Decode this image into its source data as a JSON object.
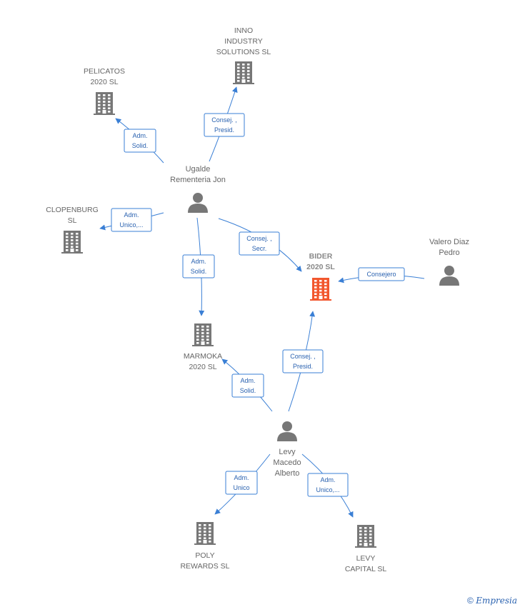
{
  "colors": {
    "edge": "#3a7fd5",
    "node": "#777777",
    "focus": "#f2572e"
  },
  "nodes": [
    {
      "id": "inno",
      "type": "company",
      "lines": [
        "INNO",
        "INDUSTRY",
        "SOLUTIONS  SL"
      ]
    },
    {
      "id": "pelicatos",
      "type": "company",
      "lines": [
        "PELICATOS",
        "2020  SL"
      ]
    },
    {
      "id": "ugalde",
      "type": "person",
      "lines": [
        "Ugalde",
        "Rementeria Jon"
      ]
    },
    {
      "id": "clopenburg",
      "type": "company",
      "lines": [
        "CLOPENBURG",
        "SL"
      ]
    },
    {
      "id": "bider",
      "type": "company",
      "focus": true,
      "lines": [
        "BIDER",
        "2020  SL"
      ]
    },
    {
      "id": "valero",
      "type": "person",
      "lines": [
        "Valero Diaz",
        "Pedro"
      ]
    },
    {
      "id": "marmoka",
      "type": "company",
      "lines": [
        "MARMOKA",
        "2020  SL"
      ]
    },
    {
      "id": "levy",
      "type": "person",
      "lines": [
        "Levy",
        "Macedo",
        "Alberto"
      ]
    },
    {
      "id": "poly",
      "type": "company",
      "lines": [
        "POLY",
        "REWARDS  SL"
      ]
    },
    {
      "id": "levycap",
      "type": "company",
      "lines": [
        "LEVY",
        "CAPITAL  SL"
      ]
    }
  ],
  "edges": [
    {
      "from": "ugalde",
      "to": "inno",
      "lines": [
        "Consej. ,",
        "Presid."
      ]
    },
    {
      "from": "ugalde",
      "to": "pelicatos",
      "lines": [
        "Adm.",
        "Solid."
      ]
    },
    {
      "from": "ugalde",
      "to": "clopenburg",
      "lines": [
        "Adm.",
        "Unico,..."
      ]
    },
    {
      "from": "ugalde",
      "to": "bider",
      "lines": [
        "Consej. ,",
        "Secr."
      ]
    },
    {
      "from": "ugalde",
      "to": "marmoka",
      "lines": [
        "Adm.",
        "Solid."
      ]
    },
    {
      "from": "valero",
      "to": "bider",
      "lines": [
        "Consejero"
      ]
    },
    {
      "from": "levy",
      "to": "bider",
      "lines": [
        "Consej. ,",
        "Presid."
      ]
    },
    {
      "from": "levy",
      "to": "marmoka",
      "lines": [
        "Adm.",
        "Solid."
      ]
    },
    {
      "from": "levy",
      "to": "poly",
      "lines": [
        "Adm.",
        "Unico"
      ]
    },
    {
      "from": "levy",
      "to": "levycap",
      "lines": [
        "Adm.",
        "Unico,..."
      ]
    }
  ],
  "footer": {
    "copyright": "©",
    "brand": "Empresia"
  }
}
